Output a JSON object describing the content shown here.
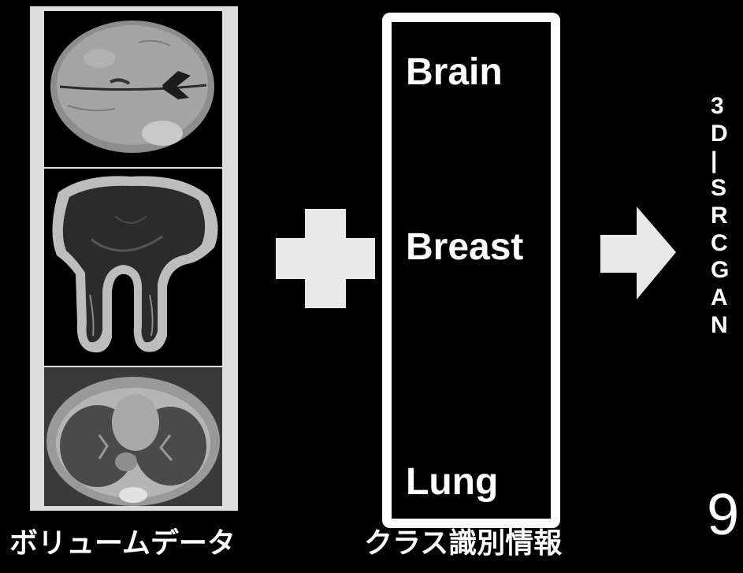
{
  "volume_data": {
    "caption": "ボリュームデータ"
  },
  "class_info": {
    "caption": "クラス識別情報",
    "classes": [
      "Brain",
      "Breast",
      "Lung"
    ]
  },
  "model": {
    "name": "3D-SRCGAN",
    "vertical_text": "3\nD\n|\nS\nR\nC\nG\nA\nN"
  },
  "page_number": "9",
  "icons": [
    "plus-icon",
    "right-arrow-icon"
  ],
  "colors": {
    "background": "#000000",
    "box_border": "#ffffff",
    "symbols": "#e8e8e8"
  }
}
